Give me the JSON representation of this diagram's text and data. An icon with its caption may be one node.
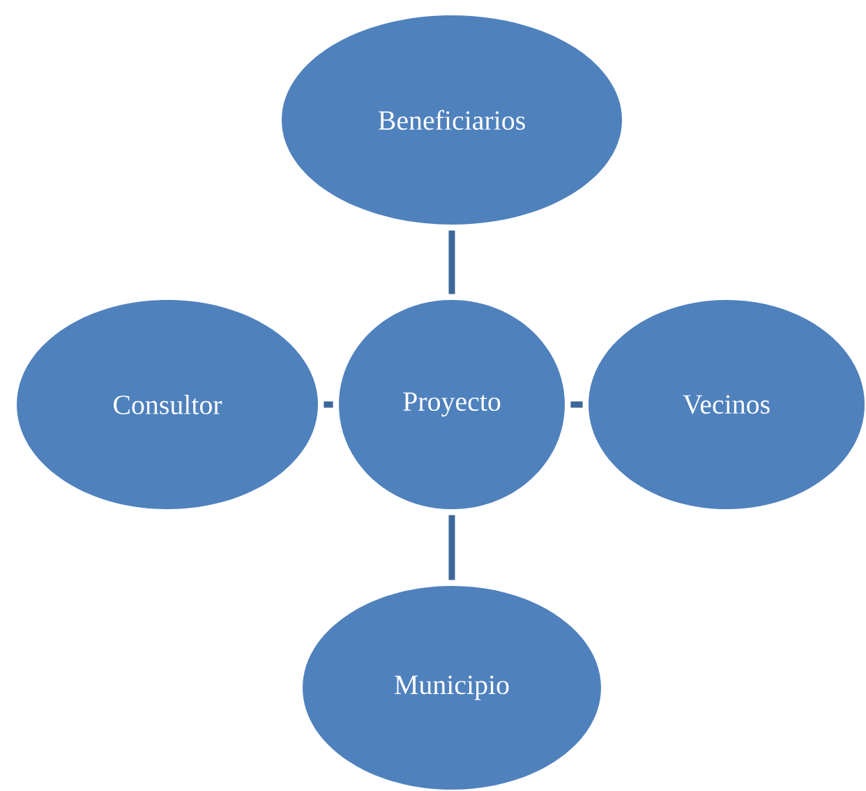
{
  "diagram": {
    "nodes": [
      {
        "text": [
          "Beneficiarios"
        ]
      },
      {
        "text": [
          "Proyecto"
        ]
      },
      {
        "text": [
          "Consultor"
        ]
      },
      {
        "text": [
          "Vecinos"
        ]
      },
      {
        "text": [
          "Municipio"
        ]
      }
    ],
    "edges": [
      {
        "from": 1,
        "to": 0,
        "arrow": "none"
      },
      {
        "from": 1,
        "to": 2,
        "arrow": "none"
      },
      {
        "from": 1,
        "to": 3,
        "arrow": "none"
      },
      {
        "from": 1,
        "to": 4,
        "arrow": "none"
      }
    ]
  }
}
